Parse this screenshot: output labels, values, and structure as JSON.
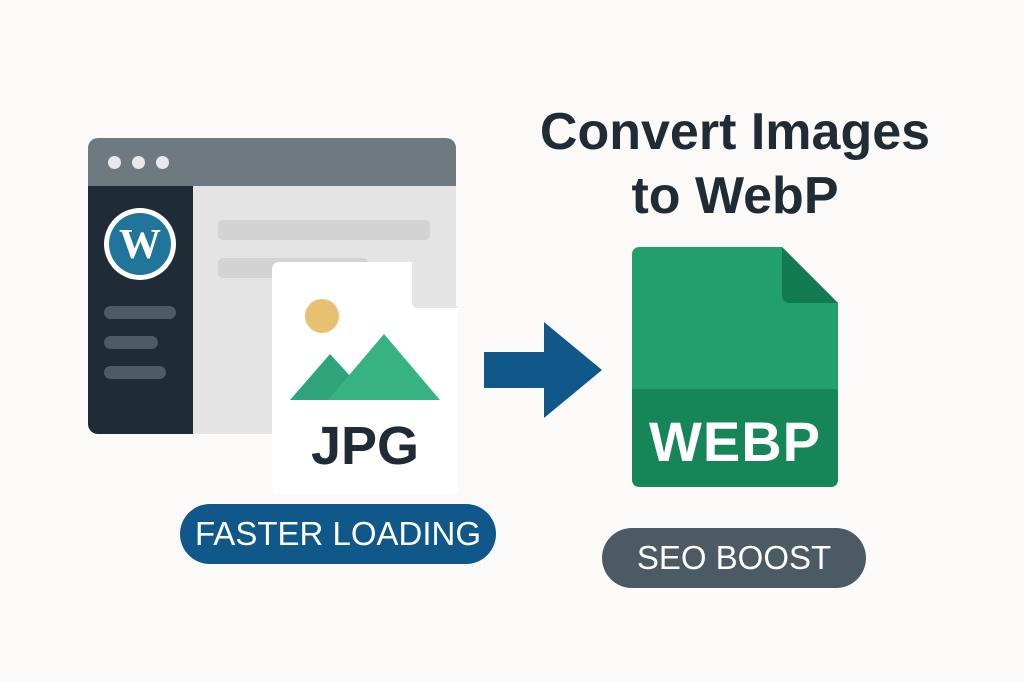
{
  "headline": {
    "line1": "Convert Images",
    "line2": "to WebP"
  },
  "source_file": {
    "label": "JPG",
    "icon": "image-icon"
  },
  "target_file": {
    "label": "WEBP",
    "icon": "webp-file-icon"
  },
  "badges": {
    "faster": "FASTER LOADING",
    "seo": "SEO BOOST"
  },
  "browser": {
    "logo": "wordpress-logo"
  },
  "colors": {
    "background": "#fbfaf8",
    "dark": "#1f2c35",
    "accent_blue": "#10588a",
    "webp_green": "#1f9a6a",
    "webp_green_dark": "#15805a",
    "badge_gray": "#4c5a63"
  }
}
